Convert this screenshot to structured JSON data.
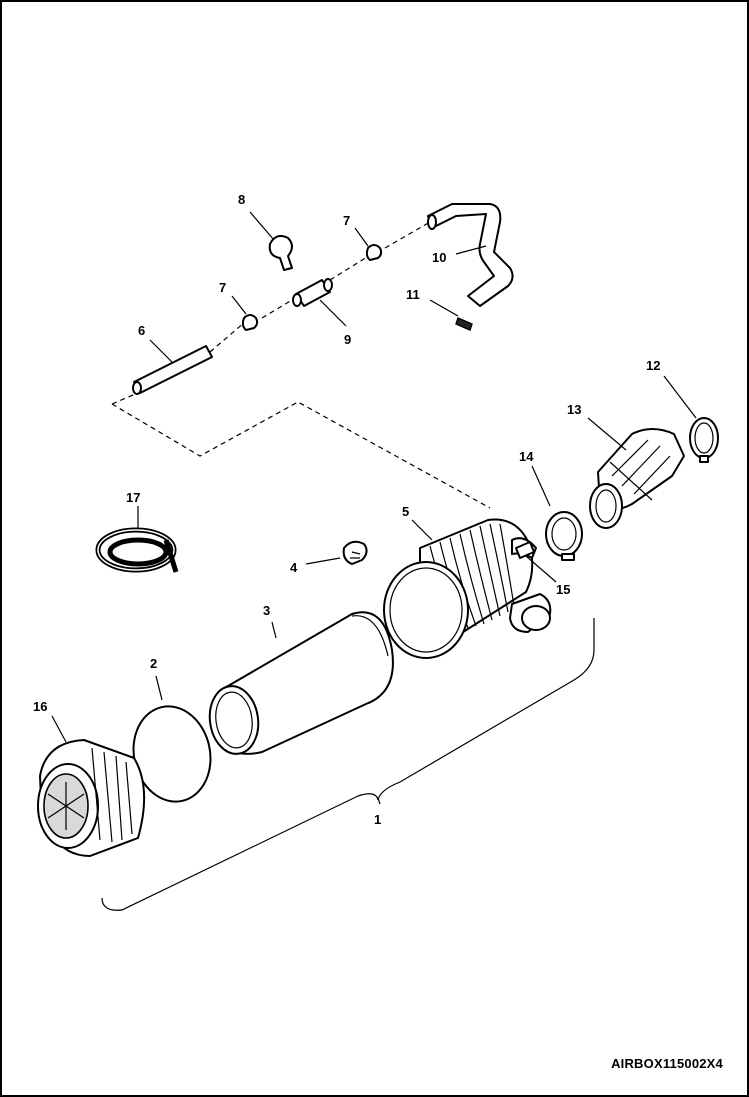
{
  "callouts": {
    "c1": "1",
    "c2": "2",
    "c3": "3",
    "c4": "4",
    "c5": "5",
    "c6": "6",
    "c7a": "7",
    "c7b": "7",
    "c8": "8",
    "c9": "9",
    "c10": "10",
    "c11": "11",
    "c12": "12",
    "c13": "13",
    "c14": "14",
    "c15": "15",
    "c16": "16",
    "c17": "17"
  },
  "drawing_code": "AIRBOX115002X4"
}
